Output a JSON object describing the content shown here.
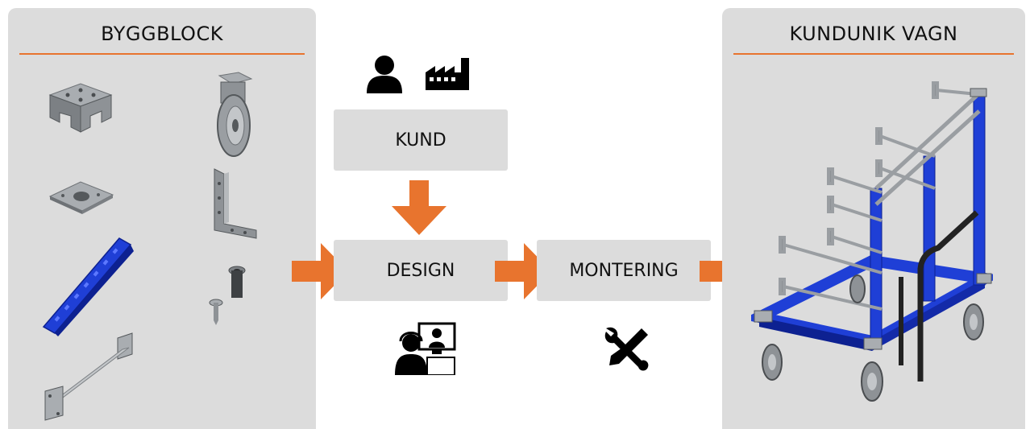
{
  "left_panel": {
    "title": "BYGGBLOCK",
    "parts": [
      "corner-bracket-part",
      "caster-wheel-part",
      "base-plate-part",
      "angle-bracket-part",
      "blue-profile-part",
      "screw-fastener-part",
      "tube-with-flanges-part"
    ]
  },
  "right_panel": {
    "title": "KUNDUNIK VAGN",
    "image": "custom-cart"
  },
  "flow": {
    "kund": {
      "label": "KUND",
      "icons": [
        "person-icon",
        "factory-icon"
      ]
    },
    "design": {
      "label": "DESIGN",
      "icon": "designer-at-computer-icon"
    },
    "montering": {
      "label": "MONTERING",
      "icon": "wrench-screwdriver-icon"
    }
  },
  "colors": {
    "accent": "#e8742e",
    "panel": "#dcdcdc",
    "profile_blue": "#1f3fd6"
  }
}
